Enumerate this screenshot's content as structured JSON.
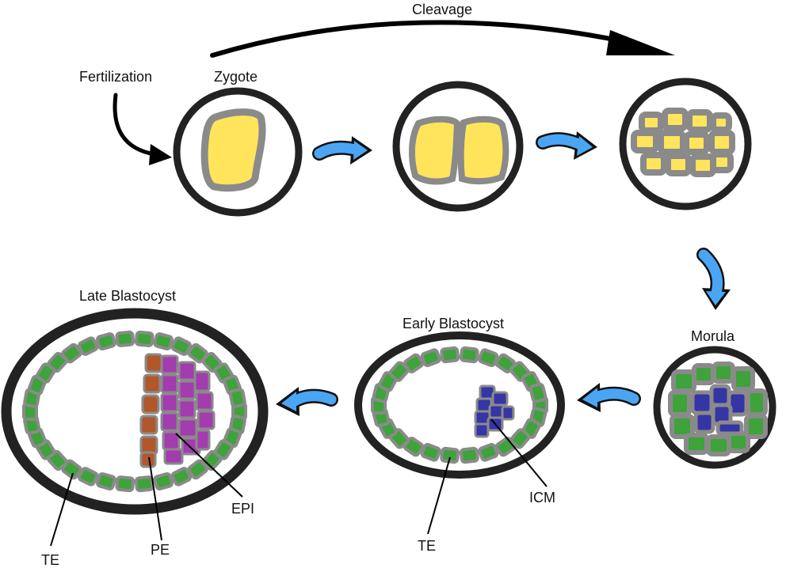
{
  "labels": {
    "cleavage": "Cleavage",
    "fertilization": "Fertilization",
    "zygote": "Zygote",
    "morula": "Morula",
    "early_blastocyst": "Early Blastocyst",
    "late_blastocyst": "Late Blastocyst",
    "icm": "ICM",
    "te_early": "TE",
    "te_late": "TE",
    "pe": "PE",
    "epi": "EPI"
  },
  "colors": {
    "zona": "#222222",
    "membrane": "#8a8a8a",
    "cytoplasm": "#ffe45c",
    "trophectoderm": "#3da33a",
    "inner_cell_mass": "#3535a5",
    "primitive_endoderm": "#b0582a",
    "epiblast": "#a33cae",
    "transition_arrow": "#4aa6f5",
    "annotation_arrow": "#000000"
  },
  "stages": [
    {
      "id": "zygote",
      "cells": 1
    },
    {
      "id": "two-cell",
      "cells": 2
    },
    {
      "id": "cleavage-stage",
      "cells": 12
    },
    {
      "id": "morula"
    },
    {
      "id": "early-blastocyst"
    },
    {
      "id": "late-blastocyst"
    }
  ]
}
